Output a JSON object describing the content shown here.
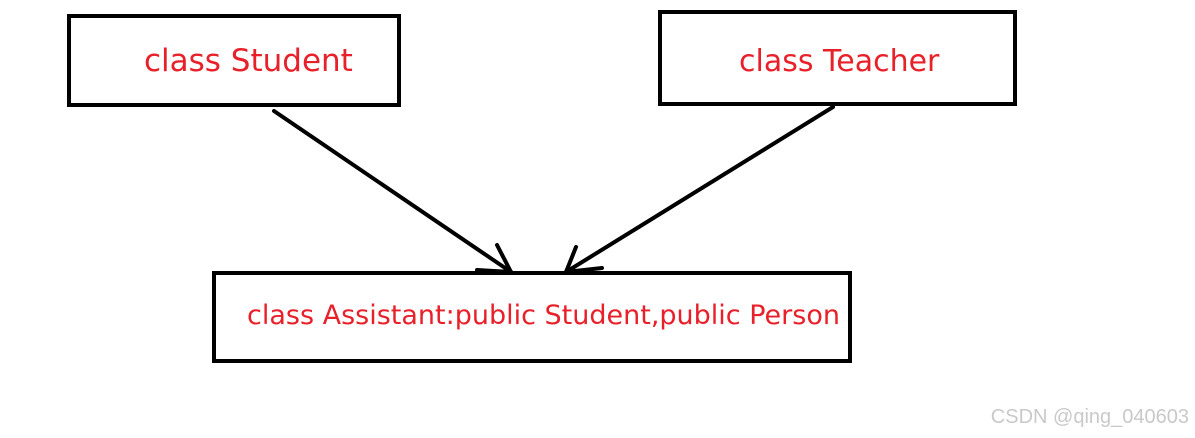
{
  "colors": {
    "box_border": "#000000",
    "label_text": "#e8202a",
    "arrow": "#000000",
    "watermark": "#c9c9c9"
  },
  "nodes": {
    "student": {
      "label": "class Student"
    },
    "teacher": {
      "label": "class Teacher"
    },
    "assistant": {
      "label": "class Assistant:public Student,public Person"
    }
  },
  "edges": [
    {
      "from": "student",
      "to": "assistant"
    },
    {
      "from": "teacher",
      "to": "assistant"
    }
  ],
  "watermark": "CSDN @qing_040603"
}
